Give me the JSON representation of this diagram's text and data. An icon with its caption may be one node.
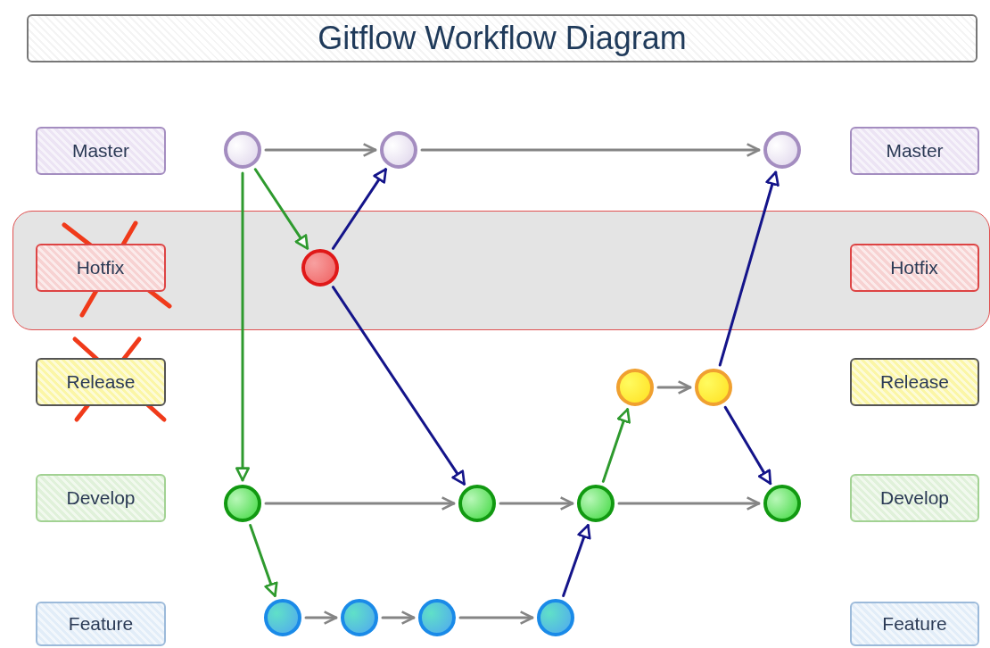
{
  "diagram": {
    "title": "Gitflow Workflow Diagram",
    "nodes": [
      {
        "text": [
          "Master"
        ]
      },
      {
        "text": [],
        "shape": "circle"
      },
      {
        "text": [],
        "shape": "circle"
      },
      {
        "text": [],
        "shape": "circle"
      },
      {
        "text": [
          "Master"
        ]
      },
      {
        "text": [],
        "shape": "band"
      },
      {
        "text": [
          "Hotfix"
        ],
        "in": 5
      },
      {
        "text": [],
        "shape": "circle",
        "in": 5
      },
      {
        "text": [
          "Hotfix"
        ],
        "in": 5
      },
      {
        "text": [
          "Release"
        ]
      },
      {
        "text": [],
        "shape": "circle"
      },
      {
        "text": [],
        "shape": "circle"
      },
      {
        "text": [
          "Release"
        ]
      },
      {
        "text": [
          "Develop"
        ]
      },
      {
        "text": [],
        "shape": "circle"
      },
      {
        "text": [],
        "shape": "circle"
      },
      {
        "text": [],
        "shape": "circle"
      },
      {
        "text": [],
        "shape": "circle"
      },
      {
        "text": [
          "Develop"
        ]
      },
      {
        "text": [
          "Feature"
        ]
      },
      {
        "text": [],
        "shape": "circle"
      },
      {
        "text": [],
        "shape": "circle"
      },
      {
        "text": [],
        "shape": "circle"
      },
      {
        "text": [],
        "shape": "circle"
      },
      {
        "text": [
          "Feature"
        ]
      }
    ],
    "edges": [
      {
        "from": 1,
        "to": 2,
        "arrow": "to"
      },
      {
        "from": 2,
        "to": 3,
        "arrow": "to"
      },
      {
        "from": 1,
        "to": 7,
        "arrow": "to",
        "color": "#2e9a2e"
      },
      {
        "from": 1,
        "to": 14,
        "arrow": "to",
        "color": "#2e9a2e"
      },
      {
        "from": 7,
        "to": 2,
        "arrow": "to",
        "color": "#14148a"
      },
      {
        "from": 7,
        "to": 15,
        "arrow": "to",
        "color": "#14148a"
      },
      {
        "from": 14,
        "to": 15,
        "arrow": "to"
      },
      {
        "from": 15,
        "to": 16,
        "arrow": "to"
      },
      {
        "from": 16,
        "to": 17,
        "arrow": "to"
      },
      {
        "from": 14,
        "to": 20,
        "arrow": "to",
        "color": "#2e9a2e"
      },
      {
        "from": 20,
        "to": 21,
        "arrow": "to"
      },
      {
        "from": 21,
        "to": 22,
        "arrow": "to"
      },
      {
        "from": 22,
        "to": 23,
        "arrow": "to"
      },
      {
        "from": 23,
        "to": 16,
        "arrow": "to",
        "color": "#14148a"
      },
      {
        "from": 16,
        "to": 10,
        "arrow": "to",
        "color": "#2e9a2e"
      },
      {
        "from": 10,
        "to": 11,
        "arrow": "to"
      },
      {
        "from": 11,
        "to": 3,
        "arrow": "to",
        "color": "#14148a"
      },
      {
        "from": 11,
        "to": 17,
        "arrow": "to",
        "color": "#14148a"
      }
    ]
  }
}
